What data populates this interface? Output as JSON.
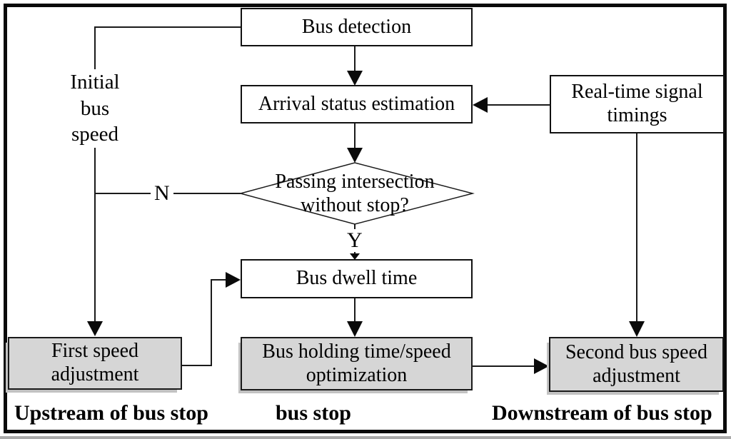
{
  "flowchart": {
    "nodes": {
      "bus_detection": {
        "lines": [
          "Bus detection"
        ]
      },
      "arrival_status_estimation": {
        "lines": [
          "Arrival status estimation"
        ]
      },
      "real_time_signal_timings": {
        "lines": [
          "Real-time signal",
          "timings"
        ]
      },
      "passing_intersection_decision": {
        "lines": [
          "Passing intersection",
          "without stop?"
        ]
      },
      "bus_dwell_time": {
        "lines": [
          "Bus dwell time"
        ]
      },
      "first_speed_adjustment": {
        "lines": [
          "First speed",
          "adjustment"
        ]
      },
      "bus_holding_optimization": {
        "lines": [
          "Bus holding time/speed",
          "optimization"
        ]
      },
      "second_bus_speed_adjustment": {
        "lines": [
          "Second bus speed",
          "adjustment"
        ]
      }
    },
    "edge_labels": {
      "no": "N",
      "yes": "Y"
    },
    "side_note": {
      "lines": [
        "Initial",
        "bus",
        "speed"
      ]
    },
    "zone_labels": {
      "upstream": "Upstream of bus stop",
      "at_stop": "bus stop",
      "downstream": "Downstream of bus stop"
    },
    "colors": {
      "shaded_box_fill": "#d6d6d6",
      "box_border": "#111111",
      "connector_line": "#1a1a1a",
      "background": "#ffffff"
    }
  }
}
